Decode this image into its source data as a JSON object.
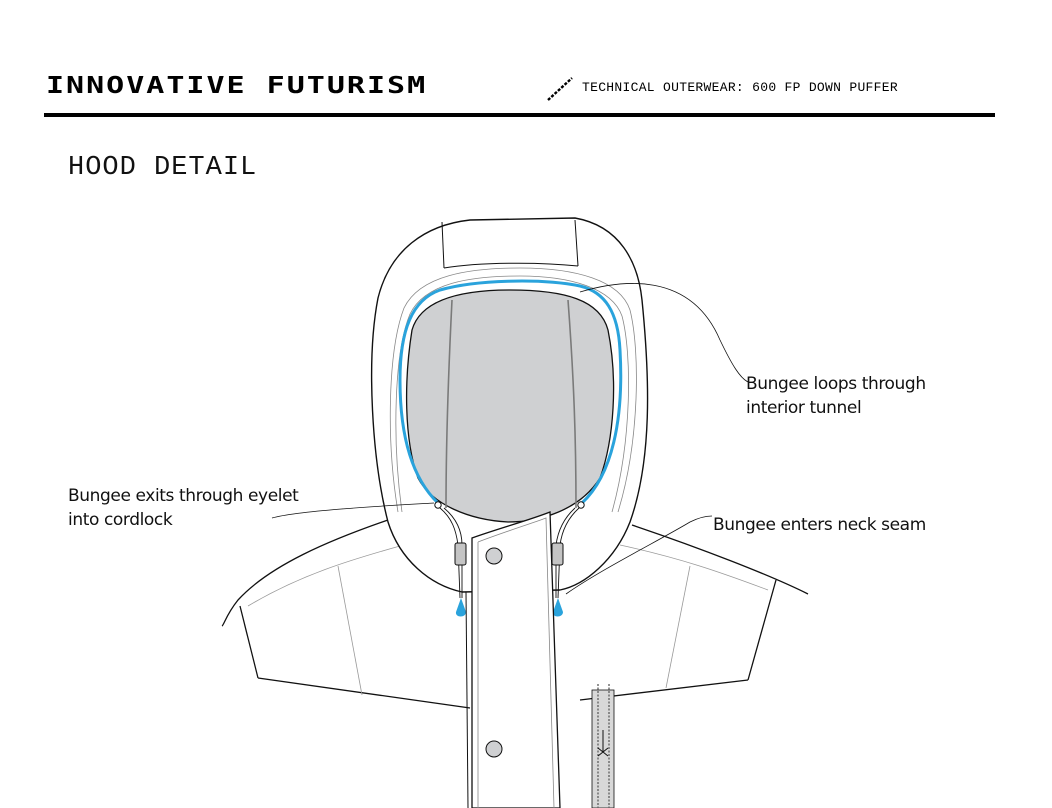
{
  "header": {
    "brand": "INNOVATIVE FUTURISM",
    "subtitle": "TECHNICAL OUTERWEAR: 600 FP DOWN PUFFER"
  },
  "section_title": "HOOD DETAIL",
  "callouts": {
    "loops": {
      "line1": "Bungee loops through",
      "line2": "interior tunnel"
    },
    "exits": {
      "line1": "Bungee exits through eyelet",
      "line2": "into cordlock"
    },
    "enters": {
      "line1": "Bungee enters neck seam"
    }
  },
  "colors": {
    "bungee": "#2aa3dc",
    "face_opening": "#cfd0d2",
    "outline": "#111111",
    "zipper_tape": "#d8d8d8"
  }
}
